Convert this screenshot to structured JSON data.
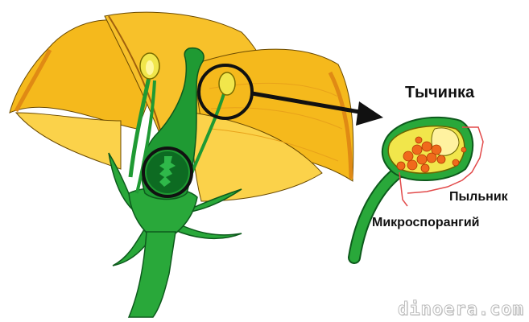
{
  "labels": {
    "stamen": "Тычинка",
    "anther": "Пыльник",
    "microsporangium": "Микроспорангий"
  },
  "watermark": "dinoera.com",
  "colors": {
    "petal": "#f5b91c",
    "petal_light": "#fbd24a",
    "petal_edge": "#e08a14",
    "stem": "#29a83a",
    "stem_dark": "#0d6b22",
    "anther": "#f1e64b",
    "pollen": "#f06a1c",
    "outline": "#111111",
    "bracket": "#e24a4a"
  }
}
